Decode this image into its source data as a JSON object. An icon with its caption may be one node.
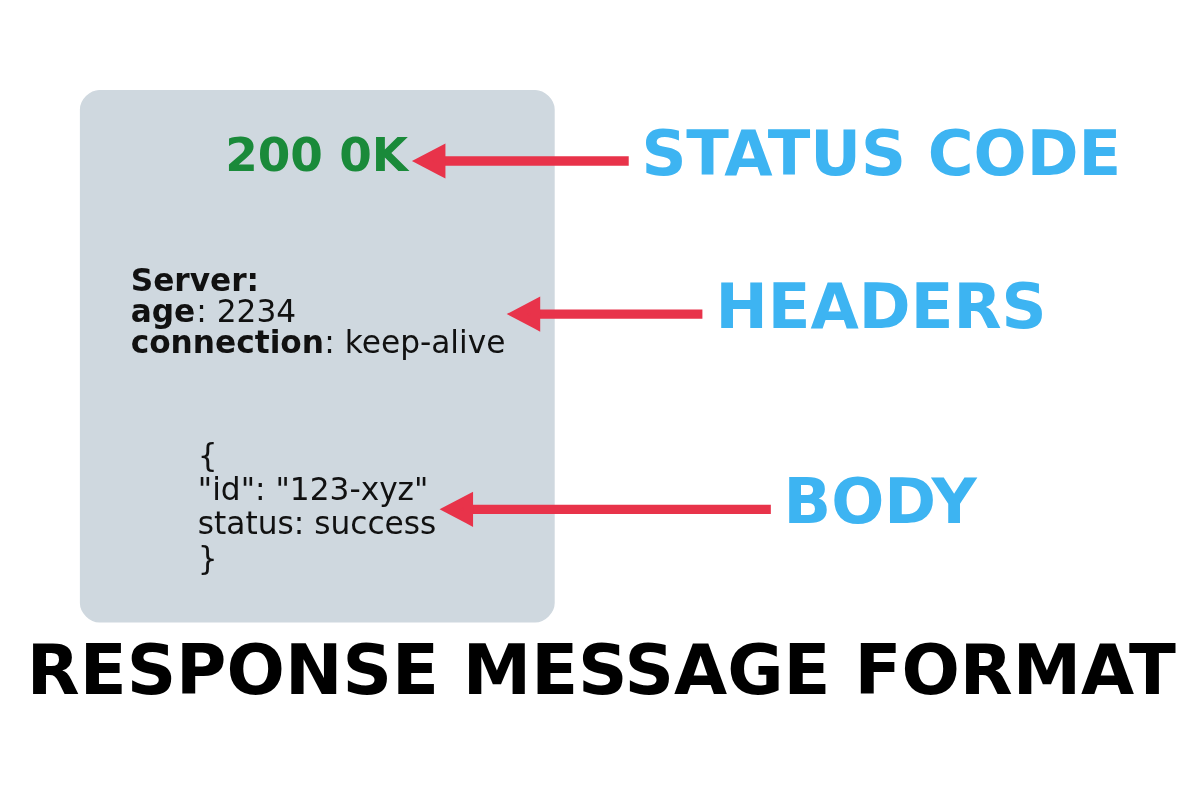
{
  "diagram": {
    "title": "RESPONSE MESSAGE FORMAT",
    "nodes": [
      {
        "text": [],
        "shape": "box"
      },
      {
        "text": [
          "200 0K"
        ],
        "in": 0
      },
      {
        "text": [
          "**Server:**",
          "**age**: 2234",
          "**connection**: keep-alive"
        ],
        "in": 0
      },
      {
        "text": [
          "{",
          "\"id\": \"123-xyz\"",
          "status: success",
          "}"
        ],
        "in": 0
      },
      {
        "text": [
          "STATUS CODE"
        ]
      },
      {
        "text": [
          "HEADERS"
        ]
      },
      {
        "text": [
          "BODY"
        ]
      }
    ],
    "edges": [
      {
        "from": 4,
        "to": 1,
        "arrow": "to"
      },
      {
        "from": 5,
        "to": 2,
        "arrow": "to"
      },
      {
        "from": 6,
        "to": 3,
        "arrow": "to"
      }
    ]
  }
}
